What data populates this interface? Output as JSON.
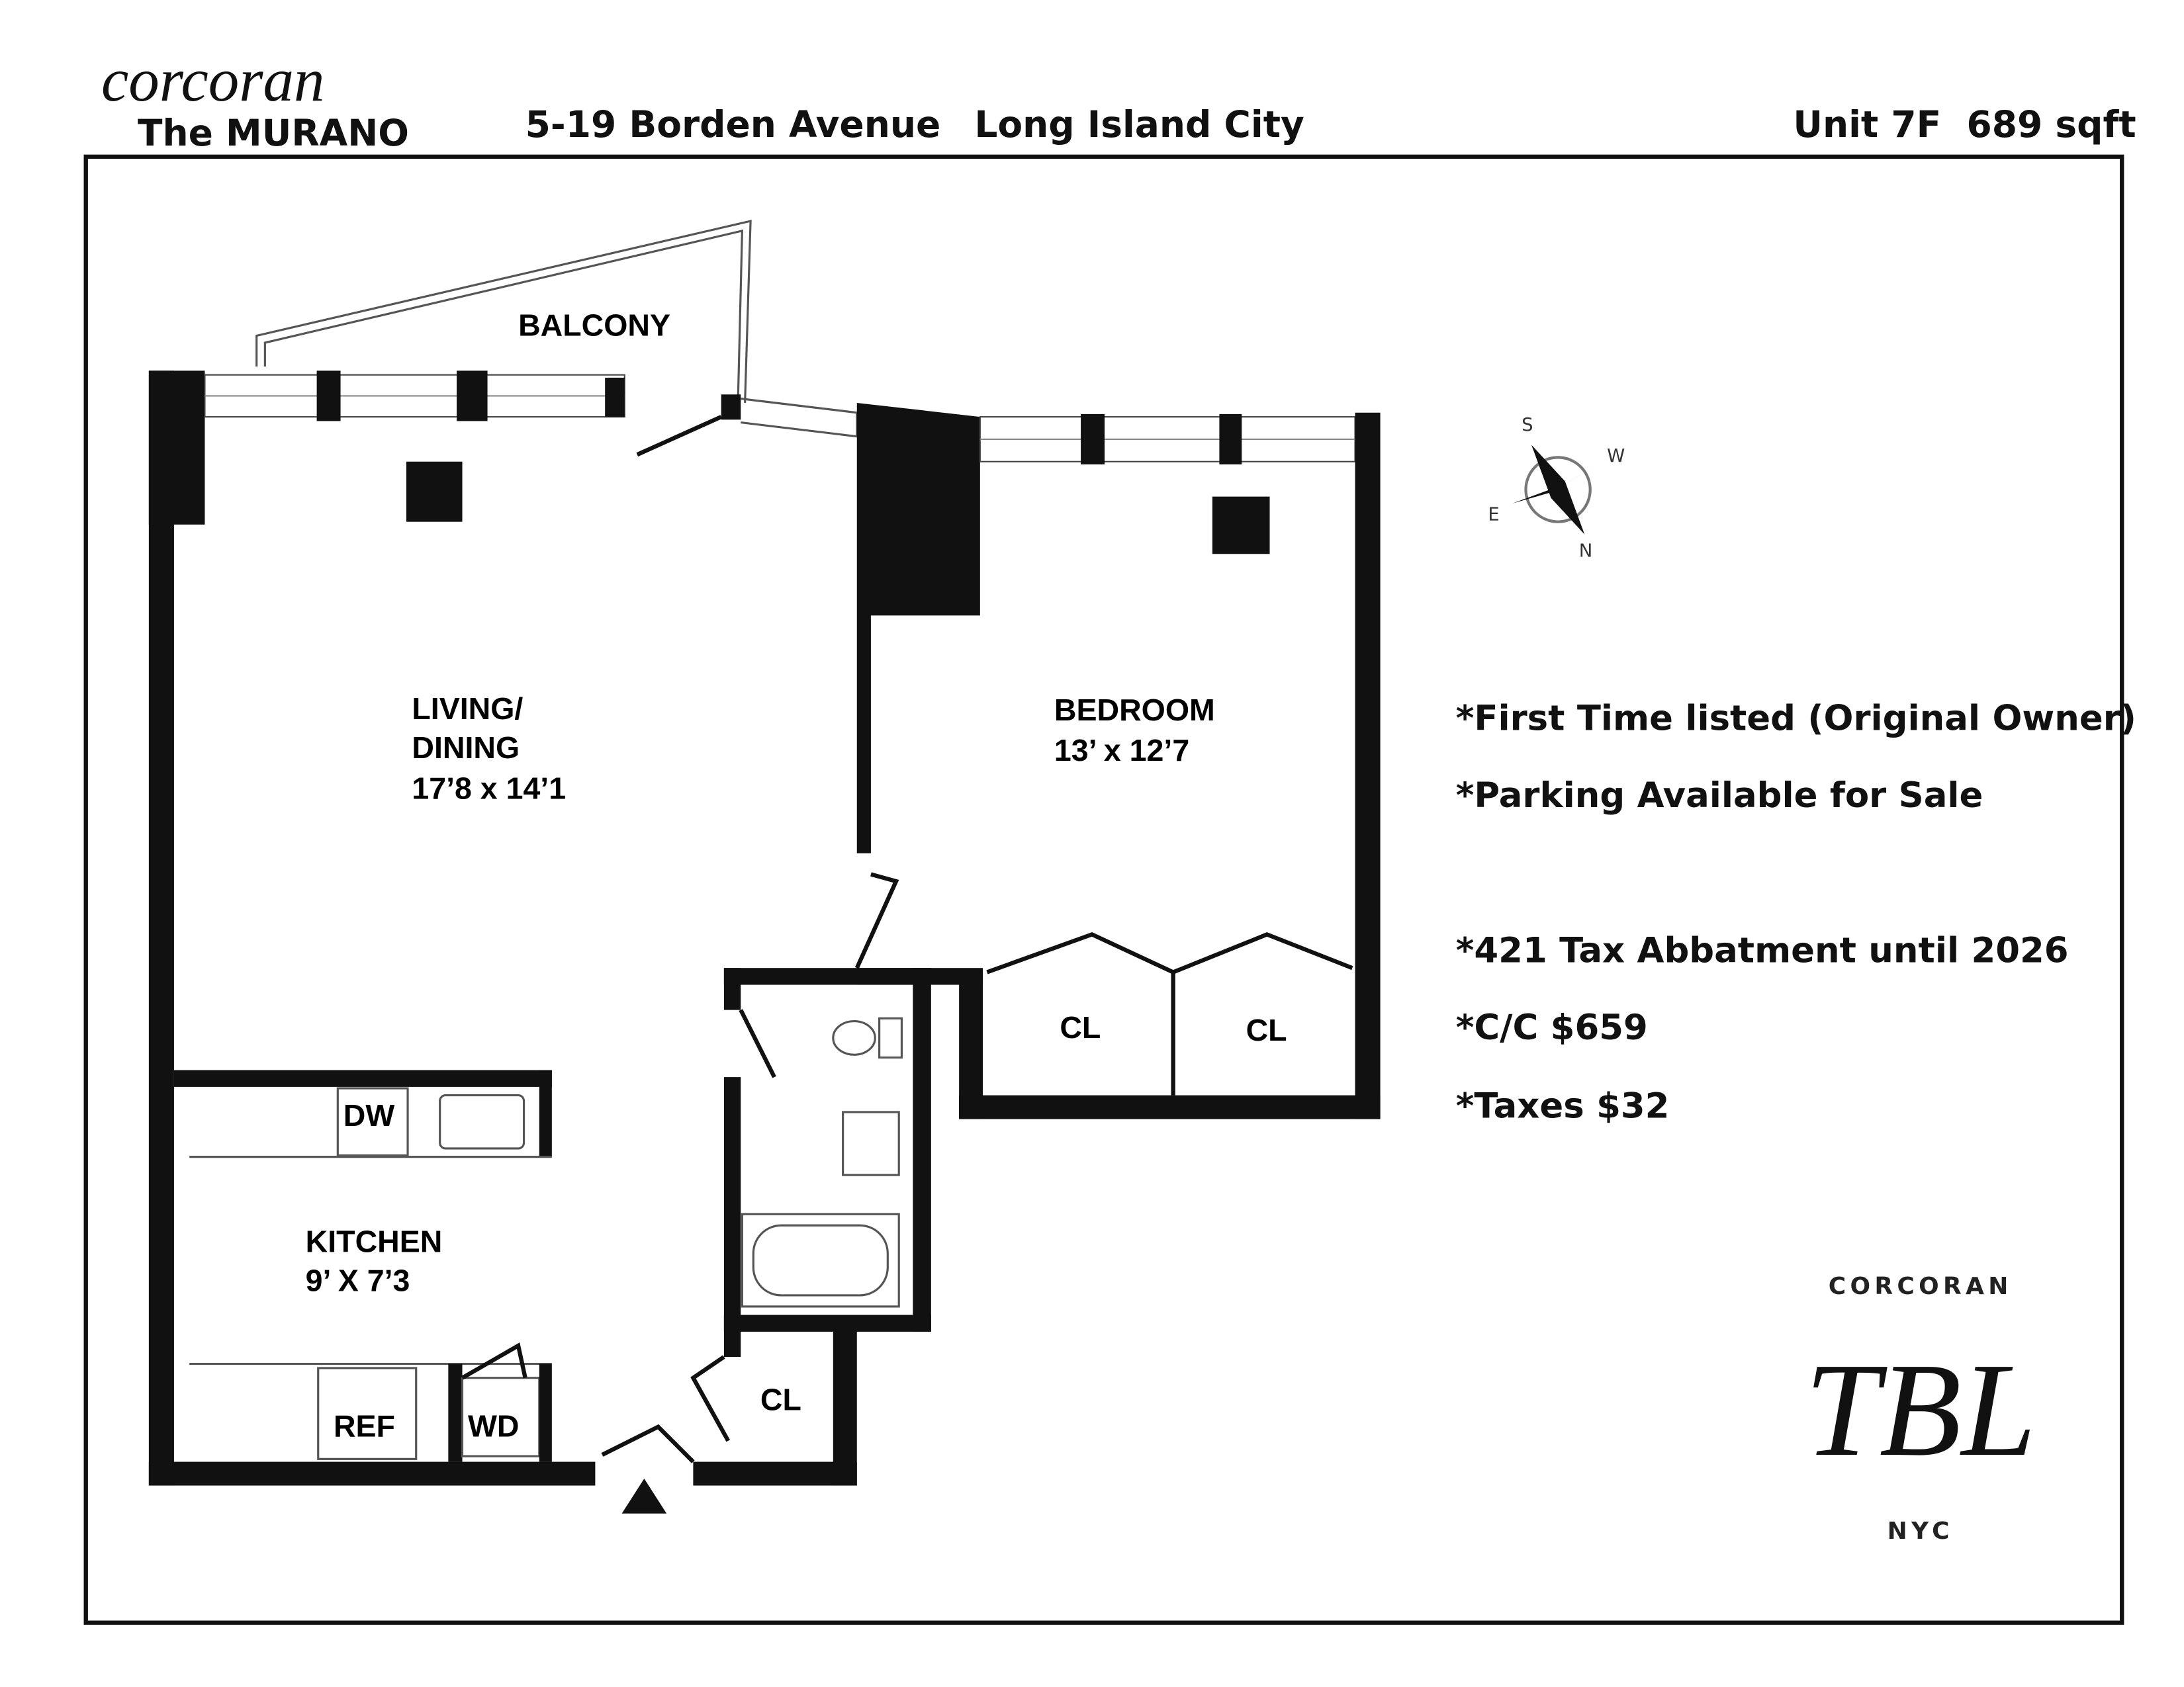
{
  "header": {
    "brand_logo": "corcoran",
    "building": "The MURANO",
    "address": "5-19 Borden Avenue",
    "neighborhood": "Long Island City",
    "unit": "Unit 7F",
    "size": "689 sqft"
  },
  "rooms": {
    "balcony": "BALCONY",
    "living_1": "LIVING/",
    "living_2": "DINING",
    "living_dim": "17’8 x 14’1",
    "bedroom": "BEDROOM",
    "bedroom_dim": "13’ x 12’7",
    "kitchen": "KITCHEN",
    "kitchen_dim": "9’ X 7’3",
    "closet_1": "CL",
    "closet_2": "CL",
    "closet_3": "CL",
    "dw": "DW",
    "ref": "REF",
    "wd": "WD"
  },
  "compass": {
    "s": "S",
    "w": "W",
    "e": "E",
    "n": "N"
  },
  "notes": [
    "*First Time listed (Original Owner)",
    "*Parking Available for Sale",
    "*421 Tax Abbatment until 2026",
    "*C/C $659",
    "*Taxes $32"
  ],
  "team_logo": {
    "top": "CORCORAN",
    "main": "TBL",
    "bottom": "NYC"
  }
}
